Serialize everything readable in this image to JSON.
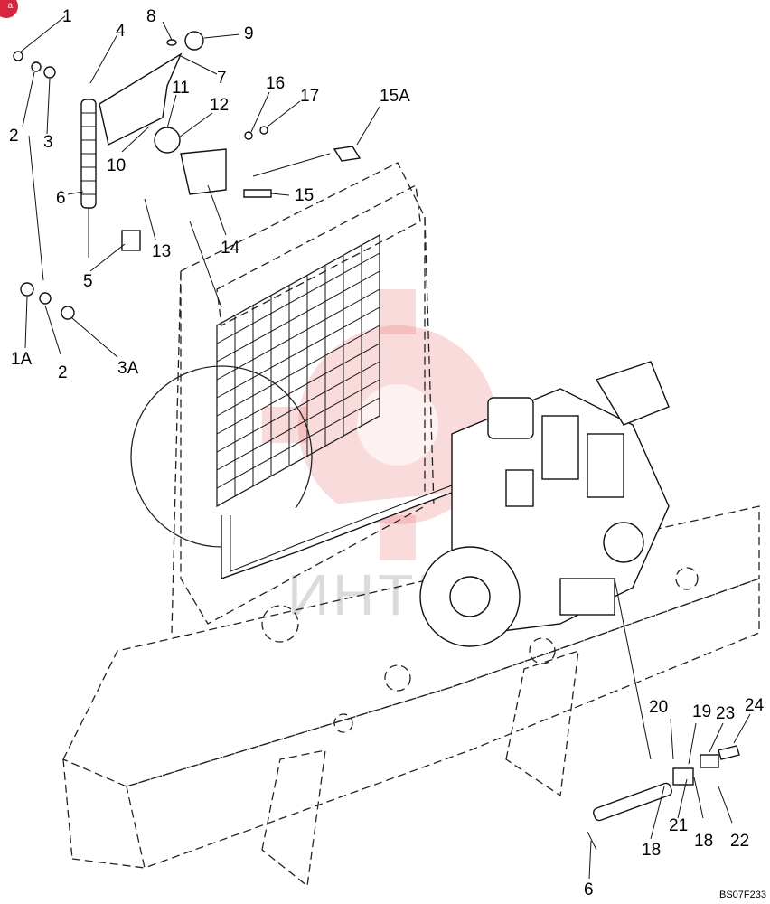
{
  "badge": "a",
  "watermark_text": "ИНТЕХ",
  "drawing_code": "BS07F233",
  "callouts": [
    {
      "id": "c1",
      "label": "1"
    },
    {
      "id": "c2",
      "label": "2"
    },
    {
      "id": "c3",
      "label": "3"
    },
    {
      "id": "c4",
      "label": "4"
    },
    {
      "id": "c5",
      "label": "5"
    },
    {
      "id": "c6",
      "label": "6"
    },
    {
      "id": "c7",
      "label": "7"
    },
    {
      "id": "c8",
      "label": "8"
    },
    {
      "id": "c9",
      "label": "9"
    },
    {
      "id": "c10",
      "label": "10"
    },
    {
      "id": "c11",
      "label": "11"
    },
    {
      "id": "c12",
      "label": "12"
    },
    {
      "id": "c13",
      "label": "13"
    },
    {
      "id": "c14",
      "label": "14"
    },
    {
      "id": "c15",
      "label": "15"
    },
    {
      "id": "c15A",
      "label": "15A"
    },
    {
      "id": "c16",
      "label": "16"
    },
    {
      "id": "c17",
      "label": "17"
    },
    {
      "id": "c1A",
      "label": "1A"
    },
    {
      "id": "c2b",
      "label": "2"
    },
    {
      "id": "c3A",
      "label": "3A"
    },
    {
      "id": "c18a",
      "label": "18"
    },
    {
      "id": "c18b",
      "label": "18"
    },
    {
      "id": "c19",
      "label": "19"
    },
    {
      "id": "c20",
      "label": "20"
    },
    {
      "id": "c21",
      "label": "21"
    },
    {
      "id": "c22",
      "label": "22"
    },
    {
      "id": "c23",
      "label": "23"
    },
    {
      "id": "c24",
      "label": "24"
    },
    {
      "id": "c6b",
      "label": "6"
    }
  ]
}
